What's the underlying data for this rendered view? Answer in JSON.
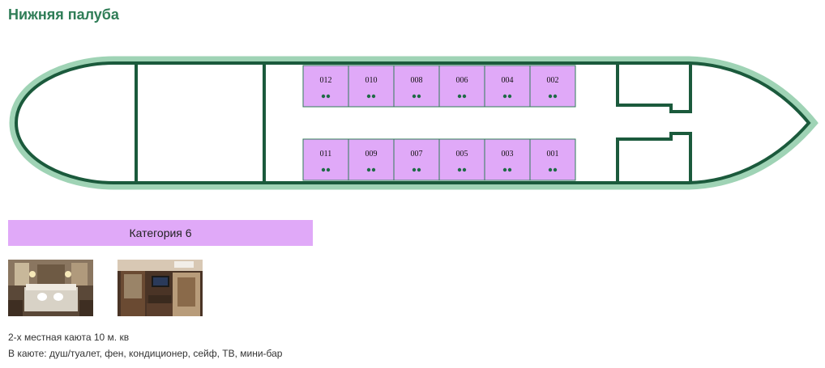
{
  "deck": {
    "title": "Нижняя палуба",
    "cabins_top": [
      "012",
      "010",
      "008",
      "006",
      "004",
      "002"
    ],
    "cabins_bottom": [
      "011",
      "009",
      "007",
      "005",
      "003",
      "001"
    ],
    "berth_marker": "••"
  },
  "category": {
    "label": "Категория 6",
    "color": "#e0a9f8"
  },
  "photos": [
    {
      "name": "cabin-photo-bedroom"
    },
    {
      "name": "cabin-photo-interior"
    }
  ],
  "description": {
    "line1": "2-х местная каюта 10 м. кв",
    "line2": "В каюте: душ/туалет, фен, кондиционер, сейф, ТВ, мини-бар"
  },
  "colors": {
    "title": "#2f7d57",
    "hull_outline": "#1b5a3c",
    "hull_glow": "#9fd3b5",
    "cabin_fill": "#e0a9f8",
    "berth_dot": "#1f6b46"
  }
}
